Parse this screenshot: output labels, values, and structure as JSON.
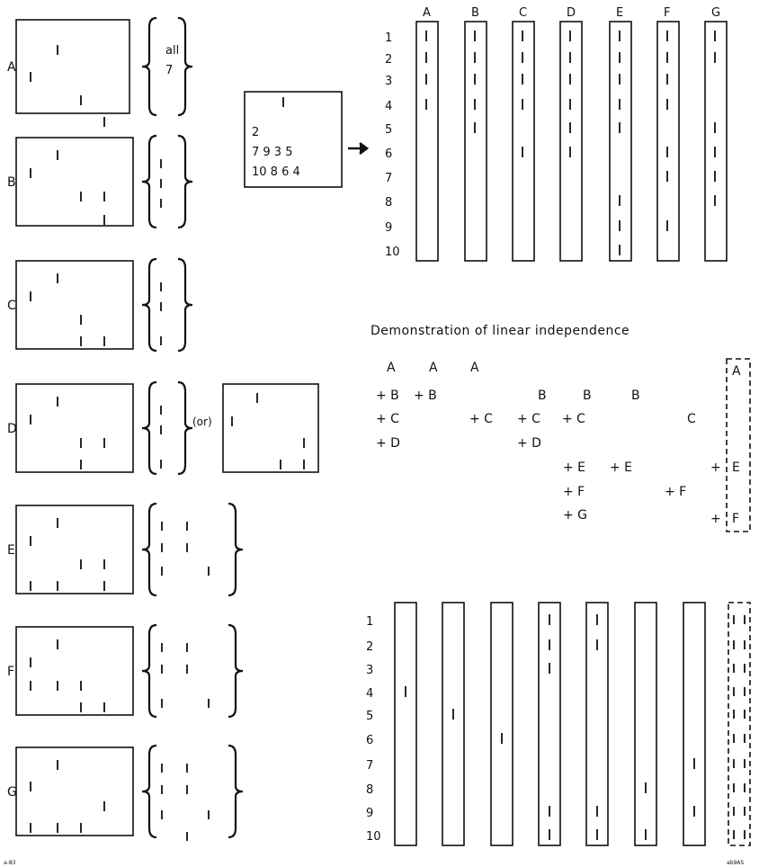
{
  "footer": {
    "left": "a-83",
    "right": "ab9AS"
  },
  "left_matrices": [
    {
      "label": "A",
      "brace_text": [
        "all",
        "7"
      ]
    },
    {
      "label": "B",
      "brace_text": []
    },
    {
      "label": "C",
      "brace_text": []
    },
    {
      "label": "D",
      "brace_text": [],
      "or_text": "(or)"
    },
    {
      "label": "E",
      "brace_text": []
    },
    {
      "label": "F",
      "brace_text": []
    },
    {
      "label": "G",
      "brace_text": []
    }
  ],
  "center_matrix": {
    "rows": [
      "2",
      "7  9  3  5",
      "10  8  6  4"
    ]
  },
  "top_columns": {
    "headers": [
      "A",
      "B",
      "C",
      "D",
      "E",
      "F",
      "G"
    ],
    "row_labels": [
      "1",
      "2",
      "3",
      "4",
      "5",
      "6",
      "7",
      "8",
      "9",
      "10"
    ]
  },
  "demonstration": {
    "title": "Demonstration of linear independence",
    "tokens": [
      {
        "t": "A"
      },
      {
        "t": "A"
      },
      {
        "t": "A"
      },
      {
        "t": "+ B"
      },
      {
        "t": "+ B"
      },
      {
        "t": "B"
      },
      {
        "t": "B"
      },
      {
        "t": "B"
      },
      {
        "t": "+ C"
      },
      {
        "t": "+ C"
      },
      {
        "t": "+ C"
      },
      {
        "t": "+ C"
      },
      {
        "t": "C"
      },
      {
        "t": "+ D"
      },
      {
        "t": "+ D"
      },
      {
        "t": "+ E"
      },
      {
        "t": "+ E"
      },
      {
        "t": "+ F"
      },
      {
        "t": "+ F"
      },
      {
        "t": "+ G"
      },
      {
        "t": "A"
      },
      {
        "t": "+"
      },
      {
        "t": "E"
      },
      {
        "t": "+"
      },
      {
        "t": "F"
      }
    ]
  },
  "bottom_columns": {
    "row_labels": [
      "1",
      "2",
      "3",
      "4",
      "5",
      "6",
      "7",
      "8",
      "9",
      "10"
    ]
  }
}
